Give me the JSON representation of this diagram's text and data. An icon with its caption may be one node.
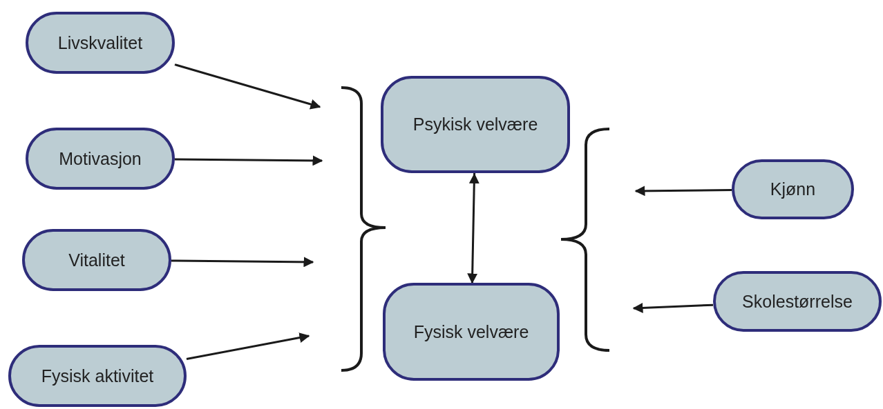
{
  "diagram": {
    "nodes": [
      {
        "text": [
          "Livskvalitet"
        ]
      },
      {
        "text": [
          "Motivasjon"
        ]
      },
      {
        "text": [
          "Vitalitet"
        ]
      },
      {
        "text": [
          "Fysisk aktivitet"
        ]
      },
      {
        "text": [
          "Psykisk velvære"
        ]
      },
      {
        "text": [
          "Fysisk velvære"
        ]
      },
      {
        "text": [
          "Kjønn"
        ]
      },
      {
        "text": [
          "Skolestørrelse"
        ]
      }
    ],
    "edges": [
      {
        "from": 0,
        "to": null,
        "arrow": "to"
      },
      {
        "from": 1,
        "to": null,
        "arrow": "to"
      },
      {
        "from": 2,
        "to": null,
        "arrow": "to"
      },
      {
        "from": 3,
        "to": null,
        "arrow": "to"
      },
      {
        "from": 4,
        "to": 5,
        "arrow": "both"
      },
      {
        "from": 6,
        "to": null,
        "arrow": "to"
      },
      {
        "from": 7,
        "to": null,
        "arrow": "to"
      }
    ]
  }
}
